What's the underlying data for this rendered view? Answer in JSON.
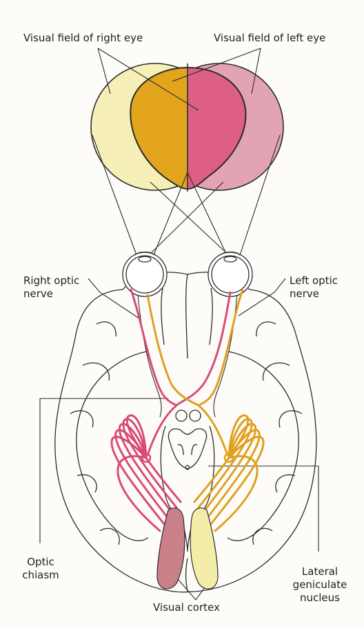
{
  "labels": {
    "visual_field_right_eye": "Visual field of right eye",
    "visual_field_left_eye": "Visual field of left eye",
    "right_optic_nerve_1": "Right optic",
    "right_optic_nerve_2": "nerve",
    "left_optic_nerve_1": "Left optic",
    "left_optic_nerve_2": "nerve",
    "optic_chiasm_1": "Optic",
    "optic_chiasm_2": "chiasm",
    "lateral_geniculate_1": "Lateral",
    "lateral_geniculate_2": "geniculate",
    "lateral_geniculate_3": "nucleus",
    "visual_cortex": "Visual cortex"
  },
  "colors": {
    "right_field_only": "#f6efb8",
    "overlap_right_half": "#e3a51e",
    "overlap_left_half": "#dd6084",
    "left_field_only": "#e2a3b3",
    "right_pathway": "#d94a78",
    "left_pathway": "#e0a020",
    "right_cortex": "#c98089",
    "left_cortex": "#f3eda8",
    "outline": "#2a2a2a"
  }
}
